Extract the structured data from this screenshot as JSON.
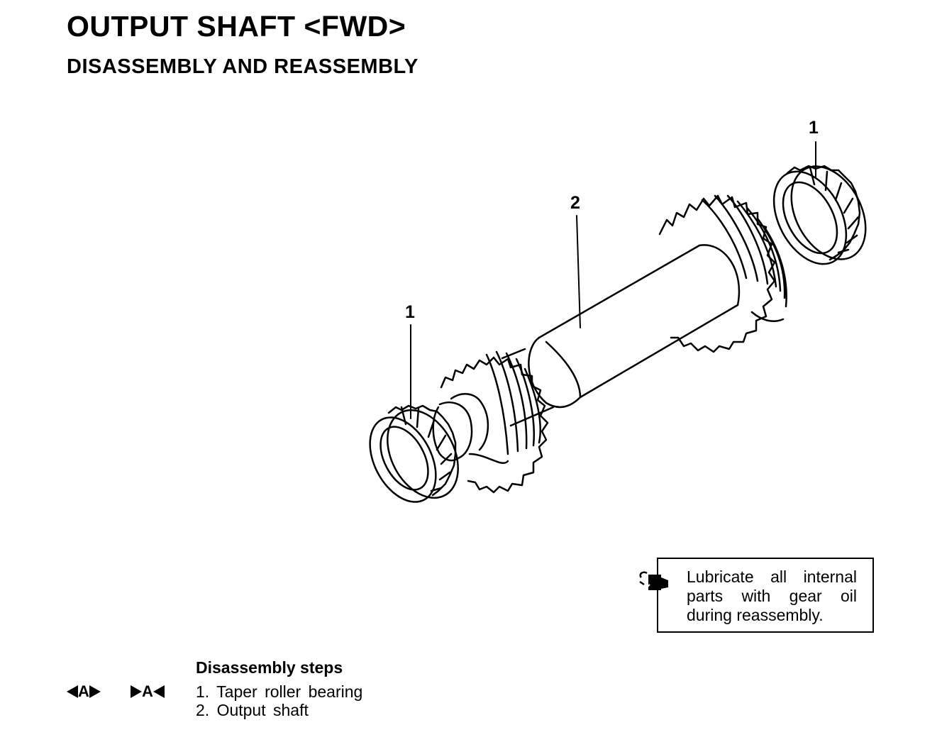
{
  "header": {
    "title": "OUTPUT SHAFT <FWD>",
    "subtitle": "DISASSEMBLY AND REASSEMBLY"
  },
  "illustration": {
    "callouts": [
      "1",
      "2",
      "1"
    ]
  },
  "note": {
    "icon": "oil-can-icon",
    "text": "Lubricate all internal parts with gear oil during reassembly."
  },
  "steps": {
    "title": "Disassembly steps",
    "mark_removal": "A",
    "mark_install": "A",
    "items": [
      "1. Taper roller bearing",
      "2. Output shaft"
    ]
  }
}
